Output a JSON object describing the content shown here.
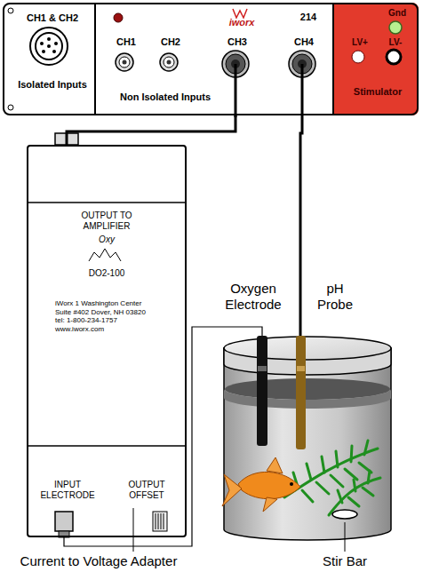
{
  "diagram": {
    "nodes": [
      {
        "text": [
          "CH1 & CH2",
          "Isolated Inputs",
          "CH1",
          "CH2",
          "CH3",
          "CH4",
          "214",
          "Non Isolated Inputs"
        ]
      },
      {
        "text": [
          "Gnd",
          "LV+",
          "LV-",
          "Stimulator"
        ],
        "in": 0
      },
      {
        "text": [
          "OUTPUT TO AMPLIFIER",
          "DO2-100",
          "iWorx 1 Washington Center Suite #402 Dover, NH 03820 tel: 1-800-234-1757 www.iworx.com",
          "INPUT ELECTRODE",
          "OUTPUT OFFSET"
        ]
      }
    ],
    "edges": [
      {
        "from": 0,
        "to": 2,
        "arrow": "none"
      }
    ],
    "labels": [
      "iworx",
      "Oxy",
      "Current to Voltage Adapter",
      "Oxygen Electrode",
      "pH Probe",
      "Stir Bar"
    ]
  }
}
